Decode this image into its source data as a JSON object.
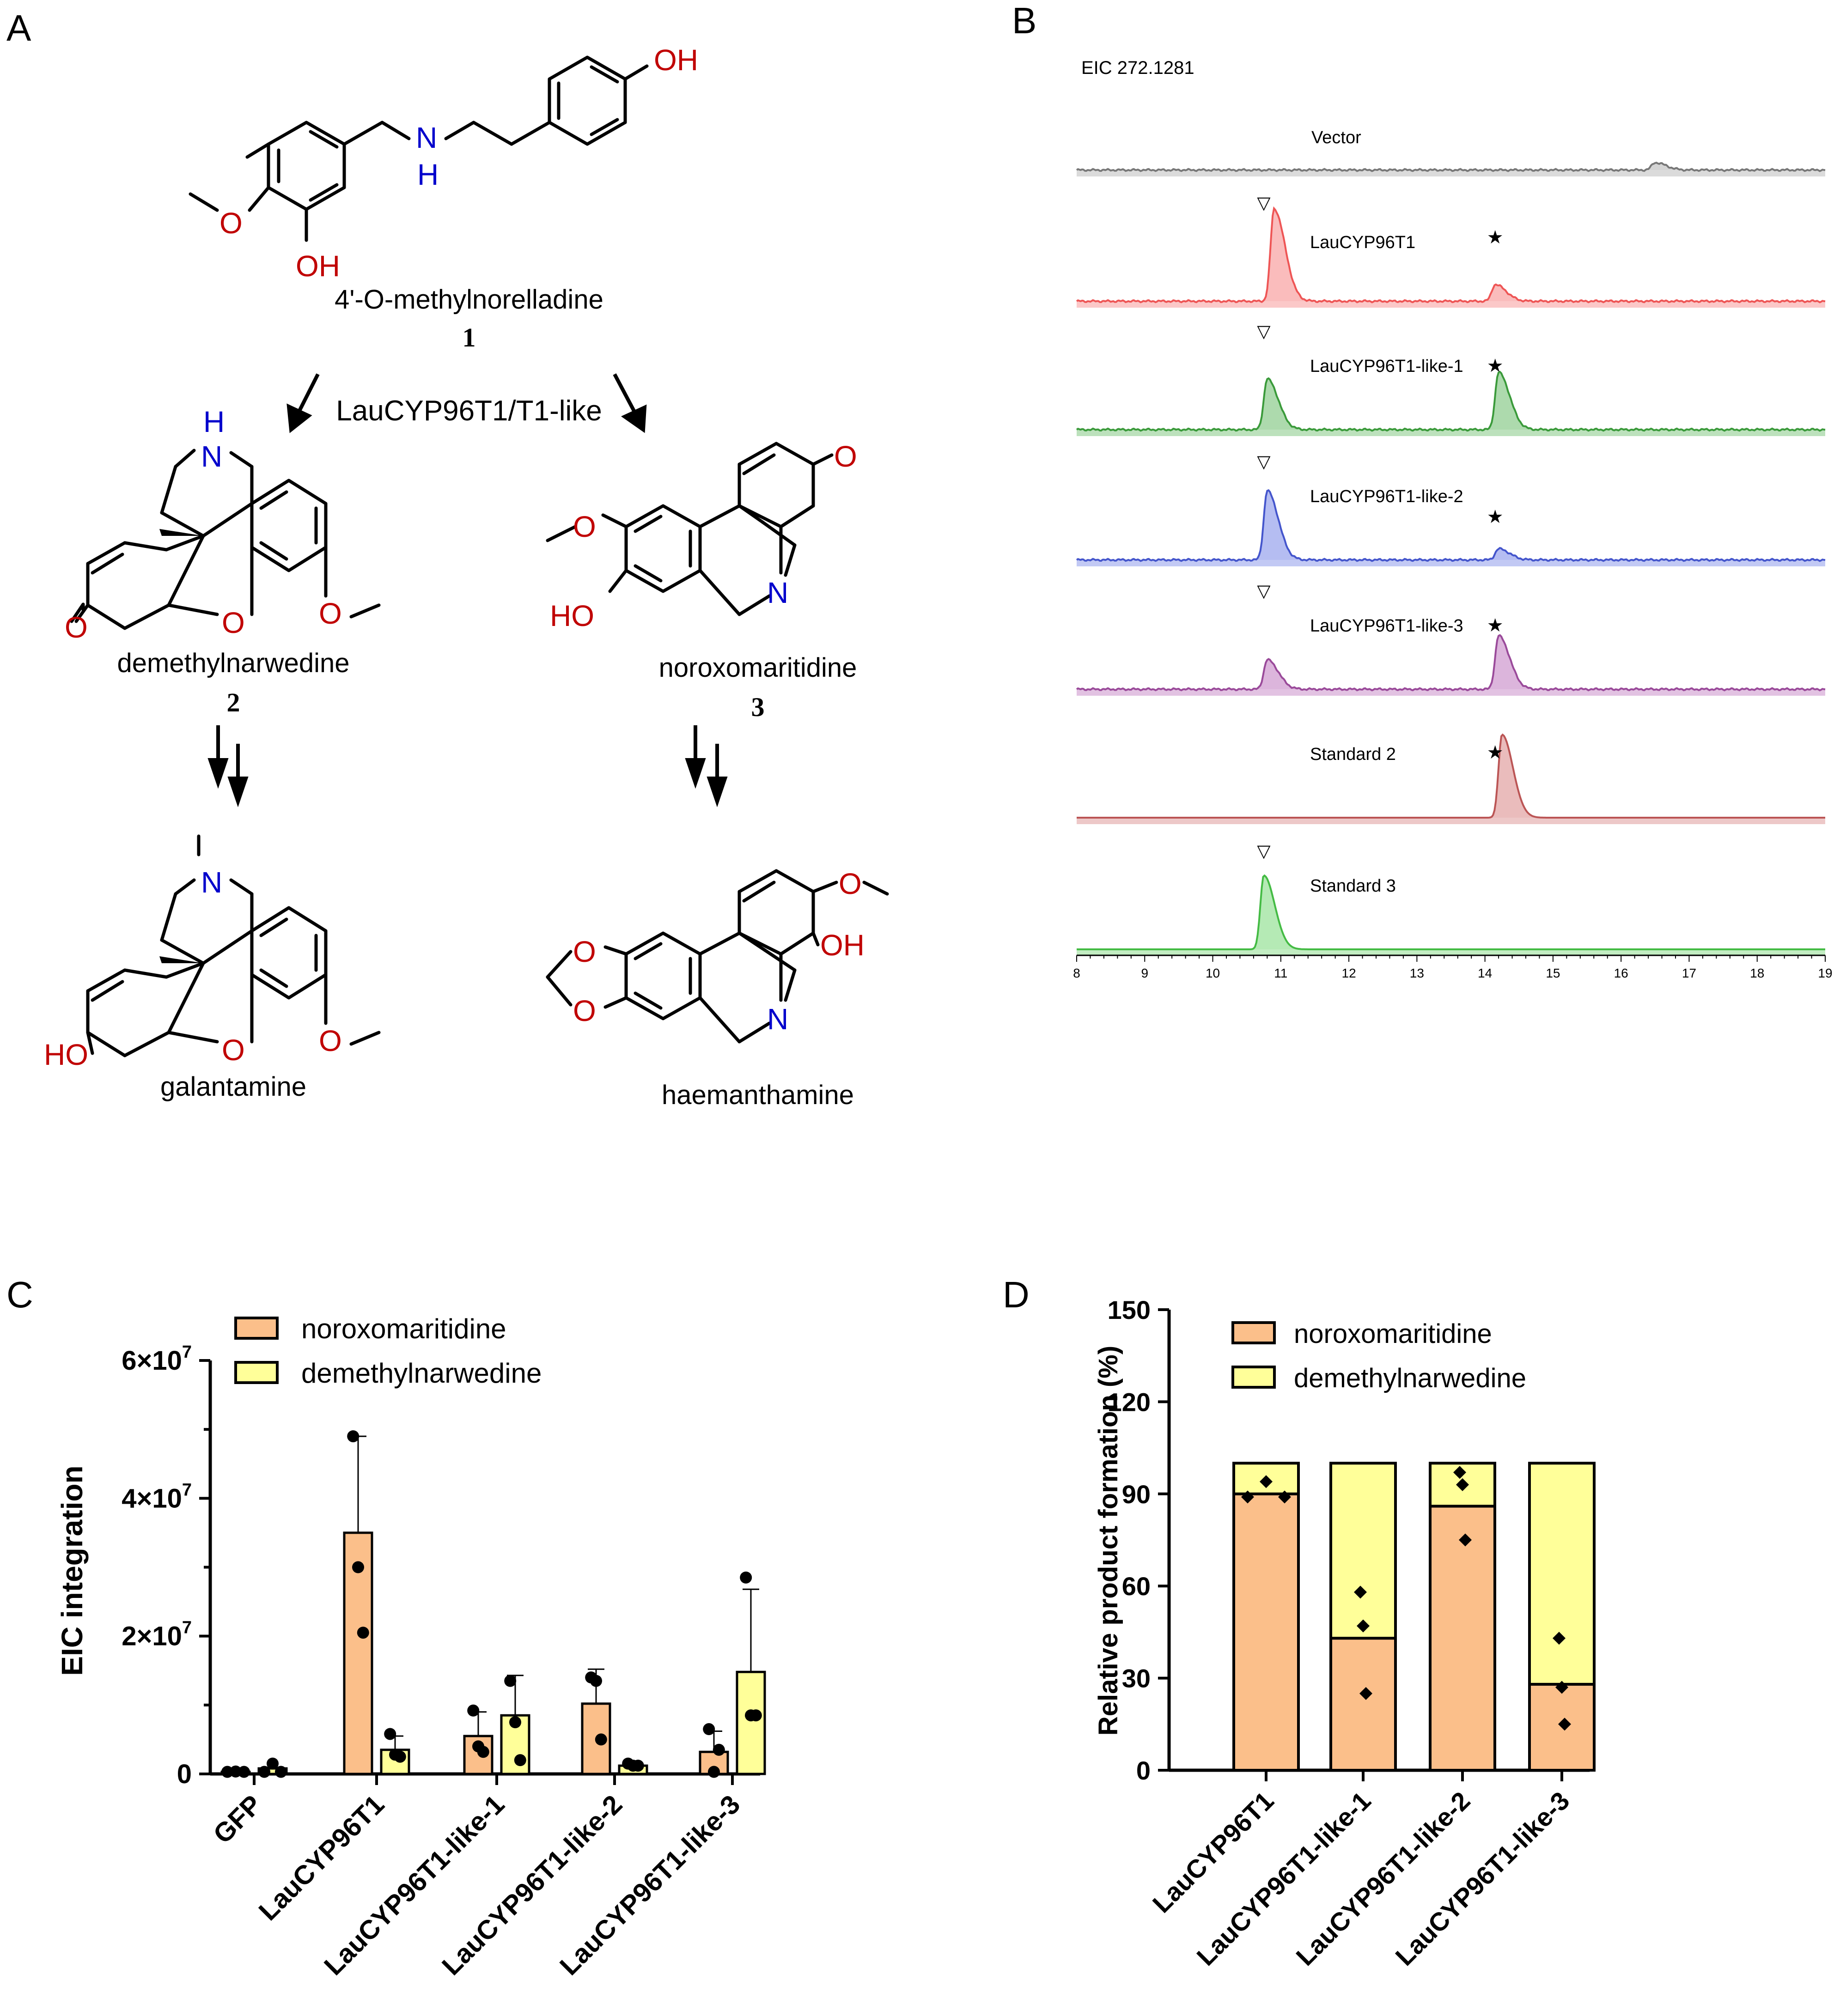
{
  "panels": {
    "A": {
      "letter": "A",
      "reaction_label": "LauCYP96T1/T1-like",
      "compounds": [
        {
          "name": "4'-O-methylnorelladine",
          "number": "1"
        },
        {
          "name": "demethylnarwedine",
          "number": "2"
        },
        {
          "name": "noroxomaritidine",
          "number": "3"
        },
        {
          "name": "galantamine",
          "number": ""
        },
        {
          "name": "haemanthamine",
          "number": ""
        }
      ],
      "atom_labels": {
        "oh": "OH",
        "ho": "HO",
        "o": "O",
        "n": "N",
        "nh_n": "N",
        "nh_h": "H",
        "h": "H"
      },
      "colors": {
        "oxygen": "#c00000",
        "nitrogen": "#0000cc",
        "bond": "#000000"
      }
    },
    "B": {
      "letter": "B",
      "title": "EIC 272.1281",
      "traces": [
        {
          "label": "Vector",
          "color": "#777777",
          "fill": "#cccccc",
          "peak1": 0.0,
          "peak2": 0.0,
          "noise": 0.08,
          "mark1": "",
          "mark2": ""
        },
        {
          "label": "LauCYP96T1",
          "color": "#ee5555",
          "fill": "#f9b0b0",
          "peak1": 1.0,
          "peak2": 0.18,
          "noise": 0.05,
          "mark1": "▽",
          "mark2": "★"
        },
        {
          "label": "LauCYP96T1-like-1",
          "color": "#3a9a3a",
          "fill": "#9fd49f",
          "peak1": 0.55,
          "peak2": 0.62,
          "noise": 0.05,
          "mark1": "▽",
          "mark2": "★"
        },
        {
          "label": "LauCYP96T1-like-2",
          "color": "#4455cc",
          "fill": "#a8b2f0",
          "peak1": 0.75,
          "peak2": 0.12,
          "noise": 0.05,
          "mark1": "▽",
          "mark2": "★"
        },
        {
          "label": "LauCYP96T1-like-3",
          "color": "#9a4a9a",
          "fill": "#d6a8d6",
          "peak1": 0.32,
          "peak2": 0.58,
          "noise": 0.05,
          "mark1": "▽",
          "mark2": "★"
        },
        {
          "label": "Standard 2",
          "color": "#bb5555",
          "fill": "#e6b0b0",
          "peak1": 0.0,
          "peak2": 0.9,
          "noise": 0.0,
          "mark1": "",
          "mark2": "★"
        },
        {
          "label": "Standard 3",
          "color": "#44bb44",
          "fill": "#a8e6a8",
          "peak1": 0.8,
          "peak2": 0.0,
          "noise": 0.0,
          "mark1": "▽",
          "mark2": ""
        }
      ]
    },
    "C": {
      "letter": "C"
    },
    "D": {
      "letter": "D"
    }
  },
  "chart_data": [
    {
      "panel": "B",
      "type": "line",
      "title": "EIC 272.1281",
      "xlim": [
        8,
        19
      ],
      "x_ticks": [
        8,
        9,
        10,
        11,
        12,
        13,
        14,
        15,
        16,
        17,
        18,
        19
      ],
      "peak_positions": [
        10.8,
        14.2
      ],
      "series": [
        {
          "name": "Vector",
          "peaks": [
            [
              16.5,
              0.08
            ]
          ]
        },
        {
          "name": "LauCYP96T1",
          "peaks": [
            [
              10.9,
              1.0
            ],
            [
              14.15,
              0.18
            ]
          ]
        },
        {
          "name": "LauCYP96T1-like-1",
          "peaks": [
            [
              10.8,
              0.55
            ],
            [
              14.2,
              0.62
            ]
          ]
        },
        {
          "name": "LauCYP96T1-like-2",
          "peaks": [
            [
              10.8,
              0.75
            ],
            [
              14.2,
              0.12
            ]
          ]
        },
        {
          "name": "LauCYP96T1-like-3",
          "peaks": [
            [
              10.8,
              0.32
            ],
            [
              14.2,
              0.58
            ]
          ]
        },
        {
          "name": "Standard 2",
          "peaks": [
            [
              14.25,
              0.9
            ]
          ]
        },
        {
          "name": "Standard 3",
          "peaks": [
            [
              10.75,
              0.8
            ]
          ]
        }
      ]
    },
    {
      "panel": "C",
      "type": "bar",
      "ylabel": "EIC integration",
      "ylim": [
        0,
        60000000
      ],
      "y_ticks": [
        {
          "value": 0,
          "label": "0"
        },
        {
          "value": 20000000,
          "label": "2×10",
          "exp": "7"
        },
        {
          "value": 40000000,
          "label": "4×10",
          "exp": "7"
        },
        {
          "value": 60000000,
          "label": "6×10",
          "exp": "7"
        }
      ],
      "categories": [
        "GFP",
        "LauCYP96T1",
        "LauCYP96T1-like-1",
        "LauCYP96T1-like-2",
        "LauCYP96T1-like-3"
      ],
      "series": [
        {
          "name": "noroxomaritidine",
          "color": "#fbbf8a",
          "values": [
            300000,
            35000000,
            5500000,
            10200000,
            3200000
          ],
          "errors": [
            0,
            14000000,
            3500000,
            5000000,
            3000000
          ],
          "points": [
            [
              300000,
              350000,
              300000
            ],
            [
              49000000,
              30000000,
              20500000
            ],
            [
              9200000,
              4000000,
              3200000
            ],
            [
              14000000,
              13500000,
              5000000
            ],
            [
              6500000,
              300000,
              3500000
            ]
          ]
        },
        {
          "name": "demethylnarwedine",
          "color": "#ffff99",
          "values": [
            800000,
            3500000,
            8500000,
            1200000,
            14800000
          ],
          "errors": [
            0,
            2000000,
            5800000,
            500000,
            12000000
          ],
          "points": [
            [
              300000,
              1500000,
              300000
            ],
            [
              5800000,
              2800000,
              2500000
            ],
            [
              13500000,
              7500000,
              2000000
            ],
            [
              1500000,
              1200000,
              1200000
            ],
            [
              28500000,
              8500000,
              8500000
            ]
          ]
        }
      ]
    },
    {
      "panel": "D",
      "type": "bar",
      "stacked": true,
      "ylabel": "Relative product formation (%)",
      "ylim": [
        0,
        150
      ],
      "y_ticks": [
        0,
        30,
        60,
        90,
        120,
        150
      ],
      "categories": [
        "LauCYP96T1",
        "LauCYP96T1-like-1",
        "LauCYP96T1-like-2",
        "LauCYP96T1-like-3"
      ],
      "series": [
        {
          "name": "noroxomaritidine",
          "color": "#fbbf8a",
          "values": [
            90,
            43,
            86,
            28
          ]
        },
        {
          "name": "demethylnarwedine",
          "color": "#ffff99",
          "values": [
            10,
            57,
            14,
            72
          ]
        }
      ],
      "points": [
        [
          89,
          94,
          89
        ],
        [
          58,
          47,
          25
        ],
        [
          97,
          93,
          75
        ],
        [
          43,
          27,
          15
        ]
      ]
    }
  ]
}
